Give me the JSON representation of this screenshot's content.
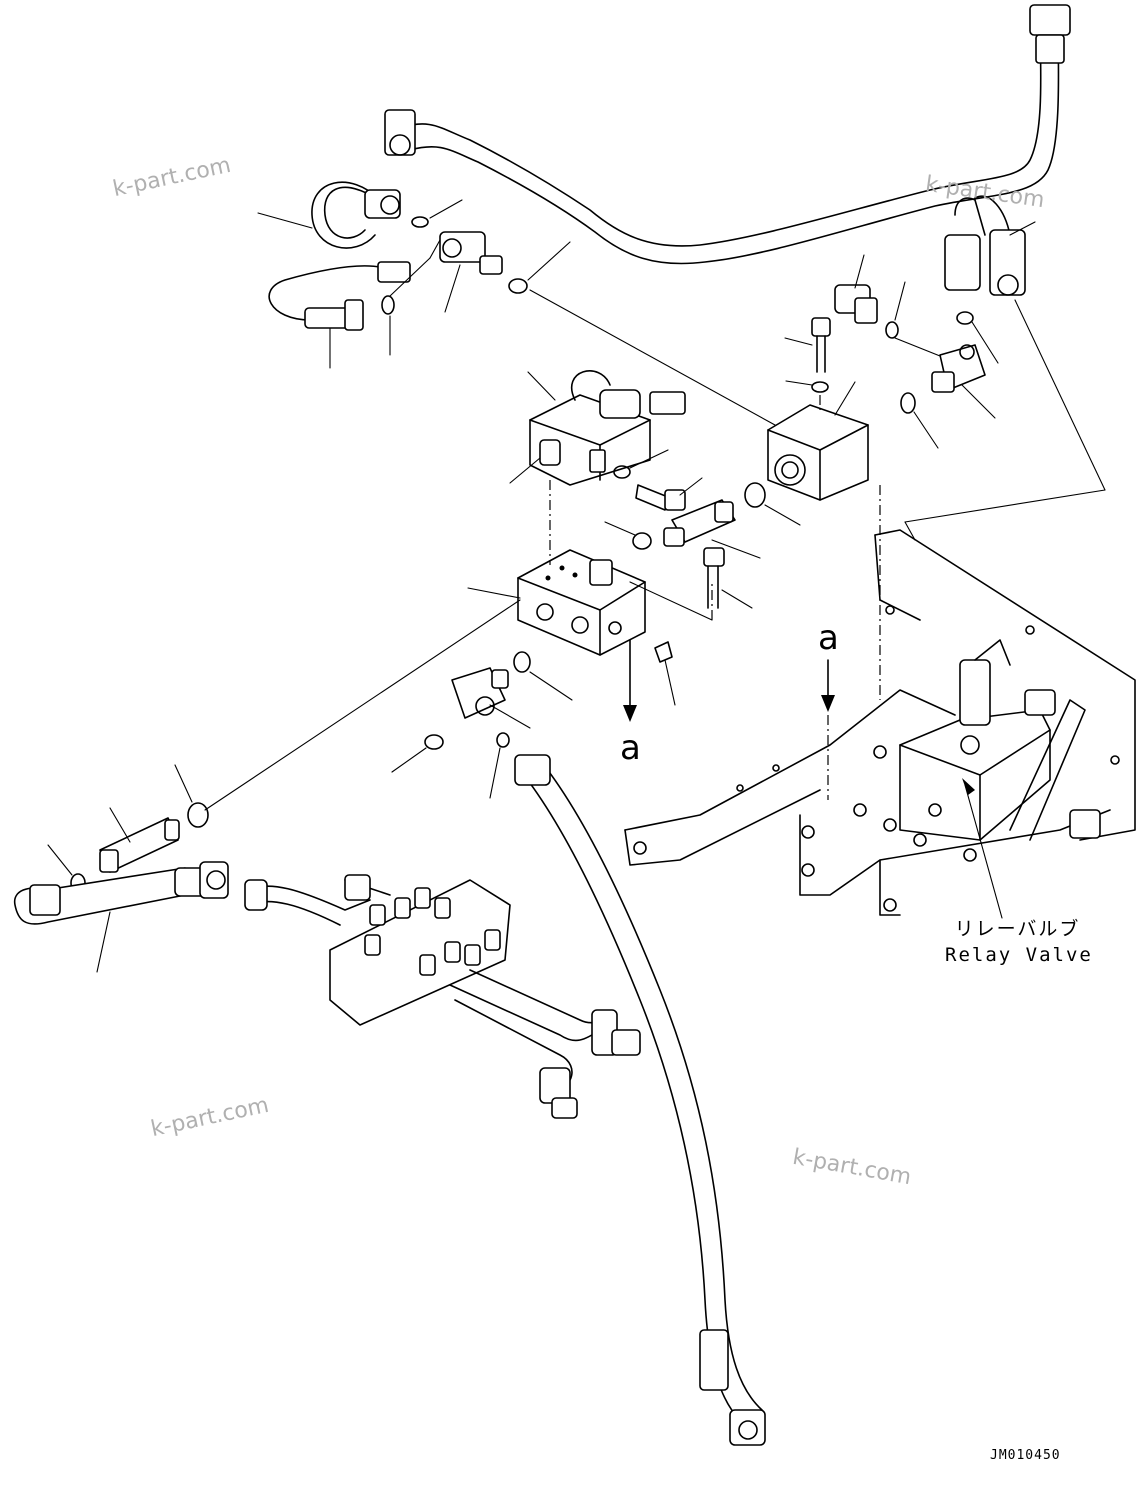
{
  "watermark": "k-part.com",
  "labels": {
    "arrow_upper": "a",
    "arrow_lower": "a",
    "relay_valve_jp": "リレーバルブ",
    "relay_valve_en": "Relay Valve",
    "drawing_code": "JM010450"
  }
}
